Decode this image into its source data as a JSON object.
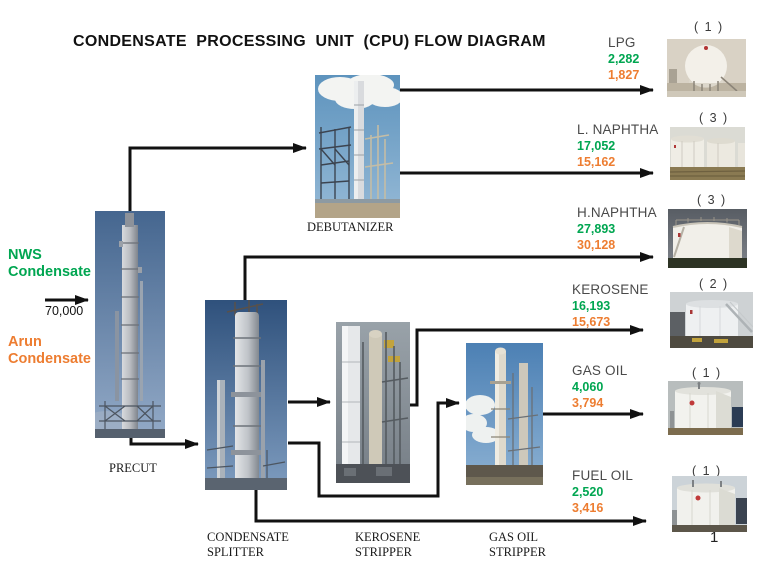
{
  "title": "CONDENSATE  PROCESSING  UNIT  (CPU) FLOW DIAGRAM",
  "colors": {
    "nws_green": "#00A651",
    "arun_orange": "#ED7D31"
  },
  "feeds": {
    "nws_line1": "NWS",
    "nws_line2": "Condensate",
    "feed_rate": "70,000",
    "arun_line1": "Arun",
    "arun_line2": "Condensate"
  },
  "equipment": {
    "precut": "PRECUT",
    "debutanizer": "DEBUTANIZER",
    "splitter_line1": "CONDENSATE",
    "splitter_line2": "SPLITTER",
    "kerosene_stripper_line1": "KEROSENE",
    "kerosene_stripper_line2": "STRIPPER",
    "gasoil_stripper_line1": "GAS OIL",
    "gasoil_stripper_line2": "STRIPPER"
  },
  "products": [
    {
      "name": "LPG",
      "nws": "2,282",
      "arun": "1,827",
      "tanks": "( 1 )"
    },
    {
      "name": "L. NAPHTHA",
      "nws": "17,052",
      "arun": "15,162",
      "tanks": "( 3 )"
    },
    {
      "name": "H.NAPHTHA",
      "nws": "27,893",
      "arun": "30,128",
      "tanks": "( 3 )"
    },
    {
      "name": "KEROSENE",
      "nws": "16,193",
      "arun": "15,673",
      "tanks": "( 2 )"
    },
    {
      "name": "GAS OIL",
      "nws": "4,060",
      "arun": "3,794",
      "tanks": "( 1 )"
    },
    {
      "name": "FUEL OIL",
      "nws": "2,520",
      "arun": "3,416",
      "tanks": "( 1 )"
    }
  ],
  "page_number": "1"
}
